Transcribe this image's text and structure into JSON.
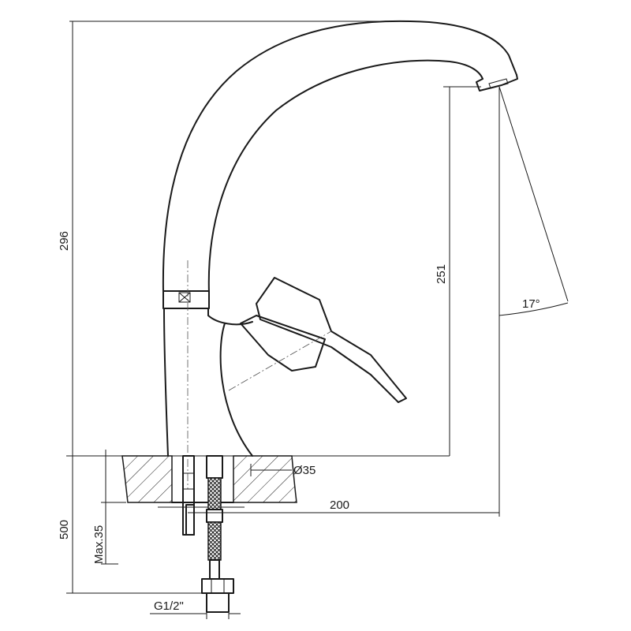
{
  "dimensions": {
    "total_height": "296",
    "spout_height": "251",
    "spout_reach": "200",
    "hole_diameter": "Ø35",
    "max_thickness": "Max.35",
    "hose_length": "500",
    "thread": "G1/2\"",
    "spout_angle": "17°"
  }
}
